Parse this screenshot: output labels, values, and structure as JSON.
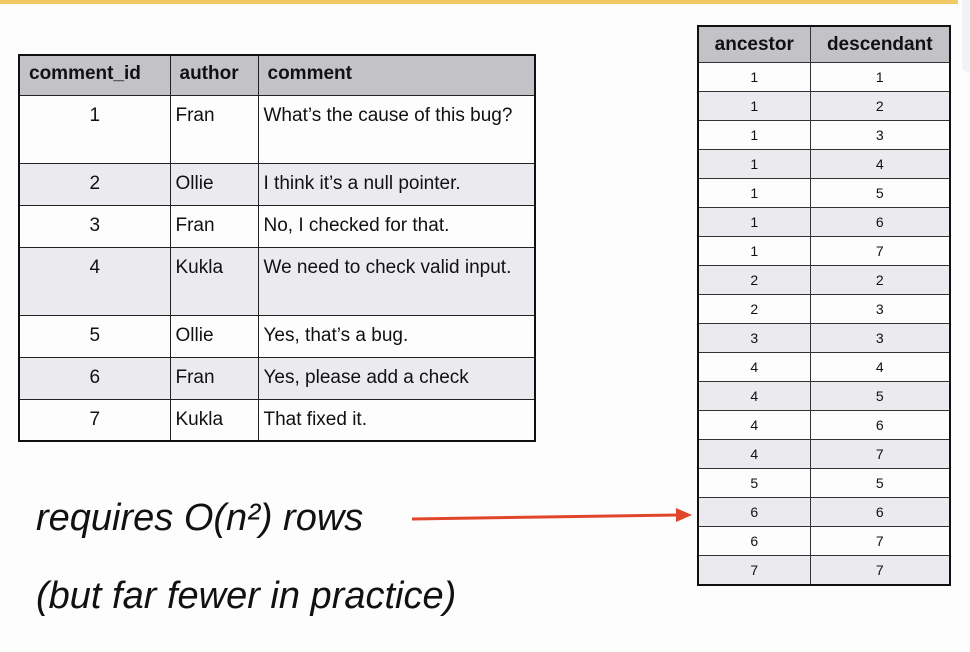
{
  "comments_table": {
    "headers": [
      "comment_id",
      "author",
      "comment"
    ],
    "rows": [
      {
        "id": "1",
        "author": "Fran",
        "comment": "What’s the cause of this bug?"
      },
      {
        "id": "2",
        "author": "Ollie",
        "comment": "I think it’s a null pointer."
      },
      {
        "id": "3",
        "author": "Fran",
        "comment": "No, I checked for that."
      },
      {
        "id": "4",
        "author": "Kukla",
        "comment": "We need to check valid input."
      },
      {
        "id": "5",
        "author": "Ollie",
        "comment": "Yes, that’s a bug."
      },
      {
        "id": "6",
        "author": "Fran",
        "comment": "Yes, please add a check"
      },
      {
        "id": "7",
        "author": "Kukla",
        "comment": "That fixed it."
      }
    ]
  },
  "closure_table": {
    "headers": [
      "ancestor",
      "descendant"
    ],
    "rows": [
      [
        "1",
        "1"
      ],
      [
        "1",
        "2"
      ],
      [
        "1",
        "3"
      ],
      [
        "1",
        "4"
      ],
      [
        "1",
        "5"
      ],
      [
        "1",
        "6"
      ],
      [
        "1",
        "7"
      ],
      [
        "2",
        "2"
      ],
      [
        "2",
        "3"
      ],
      [
        "3",
        "3"
      ],
      [
        "4",
        "4"
      ],
      [
        "4",
        "5"
      ],
      [
        "4",
        "6"
      ],
      [
        "4",
        "7"
      ],
      [
        "5",
        "5"
      ],
      [
        "6",
        "6"
      ],
      [
        "6",
        "7"
      ],
      [
        "7",
        "7"
      ]
    ]
  },
  "notes": {
    "line1": "requires O(n²) rows",
    "line2": "(but far fewer in practice)"
  },
  "colors": {
    "accent_bar": "#f3c866",
    "arrow": "#e2462a",
    "header_bg": "#c3c2c6",
    "alt_row_bg": "#ebeaef"
  }
}
